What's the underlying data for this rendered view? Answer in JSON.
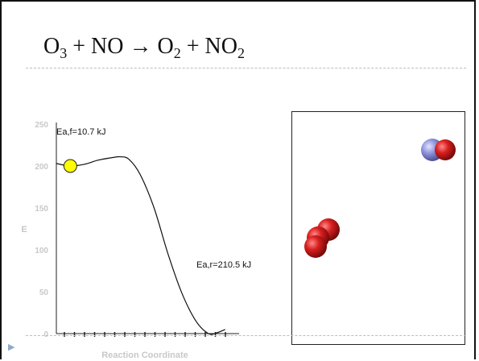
{
  "slide": {
    "title": {
      "o3": "O",
      "o3_sub": "3",
      "plus1": " + NO ",
      "arrow": "→",
      "o2": " O",
      "o2_sub": "2",
      "plus2": " + NO",
      "no2_sub": "2"
    },
    "colors": {
      "divider": "#bdbdbd",
      "slider": "#ffff00",
      "oxygen": "#cc1a1a",
      "nitrogen": "#8a8fd8"
    }
  },
  "chart_data": {
    "type": "line",
    "title": "",
    "xlabel": "Reaction Coordinate",
    "ylabel": "E",
    "ylim": [
      0,
      250
    ],
    "yticks": [
      "0",
      "50",
      "100",
      "150",
      "200",
      "250"
    ],
    "x_tick_count": 17,
    "curve": [
      {
        "x": 0,
        "y": 203
      },
      {
        "x": 1,
        "y": 200
      },
      {
        "x": 2,
        "y": 202
      },
      {
        "x": 3,
        "y": 207
      },
      {
        "x": 4,
        "y": 210
      },
      {
        "x": 4.6,
        "y": 211
      },
      {
        "x": 5.2,
        "y": 208
      },
      {
        "x": 6,
        "y": 190
      },
      {
        "x": 7,
        "y": 150
      },
      {
        "x": 8,
        "y": 95
      },
      {
        "x": 9,
        "y": 48
      },
      {
        "x": 10,
        "y": 15
      },
      {
        "x": 10.9,
        "y": 0
      },
      {
        "x": 11.5,
        "y": 1
      },
      {
        "x": 12.1,
        "y": 5
      }
    ],
    "marker": {
      "x": 1,
      "y": 200
    },
    "annotations": {
      "forward": "Ea,f=10.7 kJ",
      "reverse": "Ea,r=210.5 kJ"
    }
  }
}
